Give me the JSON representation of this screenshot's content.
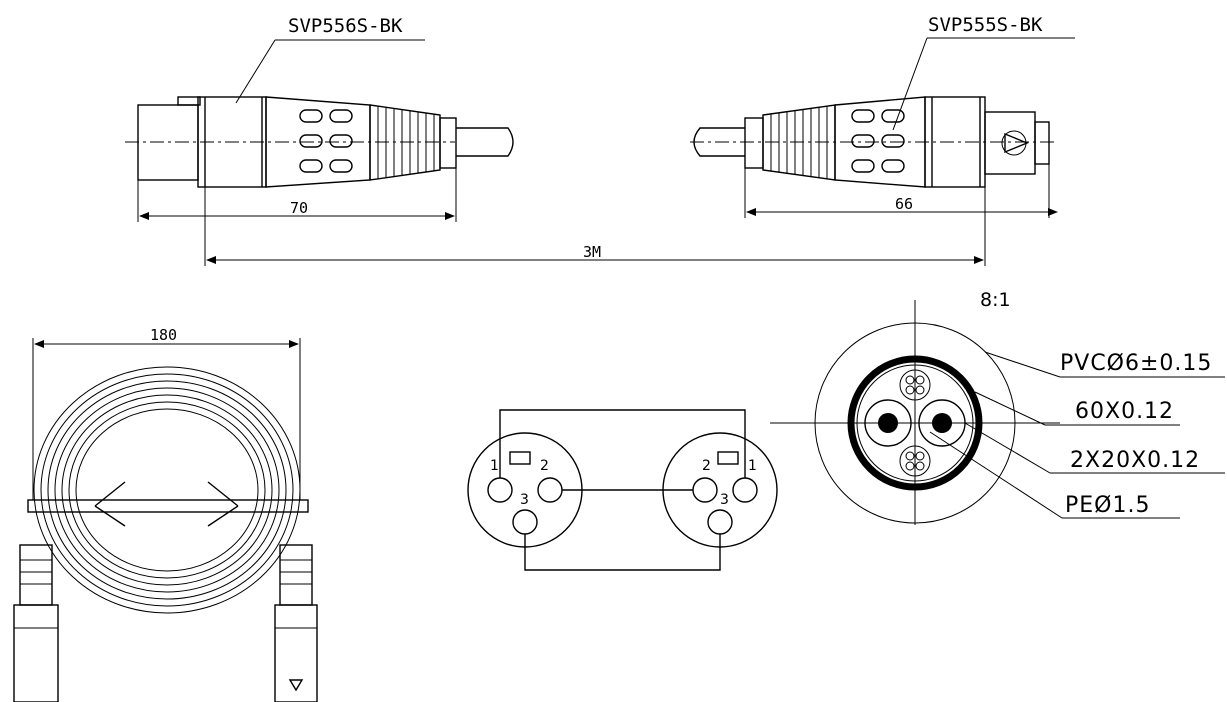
{
  "labels": {
    "left_part": "SVP556S-BK",
    "right_part": "SVP555S-BK",
    "left_length": "70",
    "right_length": "66",
    "total_length": "3M",
    "coil_diameter": "180",
    "scale": "8:1"
  },
  "cable_spec": {
    "jacket": "PVCØ6±0.15",
    "shield": "60X0.12",
    "conductors": "2X20X0.12",
    "insulation": "PEØ1.5"
  },
  "pins": {
    "left": [
      "1",
      "2",
      "3"
    ],
    "right": [
      "1",
      "2",
      "3"
    ]
  }
}
